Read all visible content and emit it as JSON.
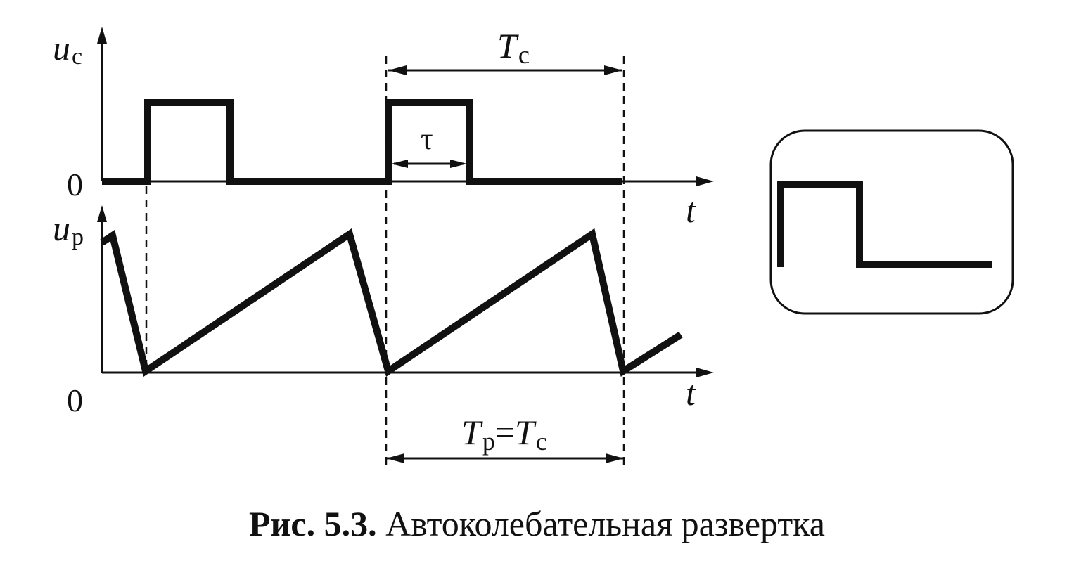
{
  "top_plot": {
    "y_label_main": "u",
    "y_label_sub": "с",
    "zero": "0",
    "x_label": "t",
    "period_main": "T",
    "period_sub": "с",
    "pulse_width": "τ"
  },
  "bottom_plot": {
    "y_label_main": "u",
    "y_label_sub": "р",
    "zero": "0",
    "x_label": "t",
    "period_eq_main1": "T",
    "period_eq_sub1": "р",
    "period_eq_eq": "=",
    "period_eq_main2": "T",
    "period_eq_sub2": "с"
  },
  "caption": {
    "label": "Рис. 5.3.",
    "text": "Автоколебательная развертка"
  }
}
